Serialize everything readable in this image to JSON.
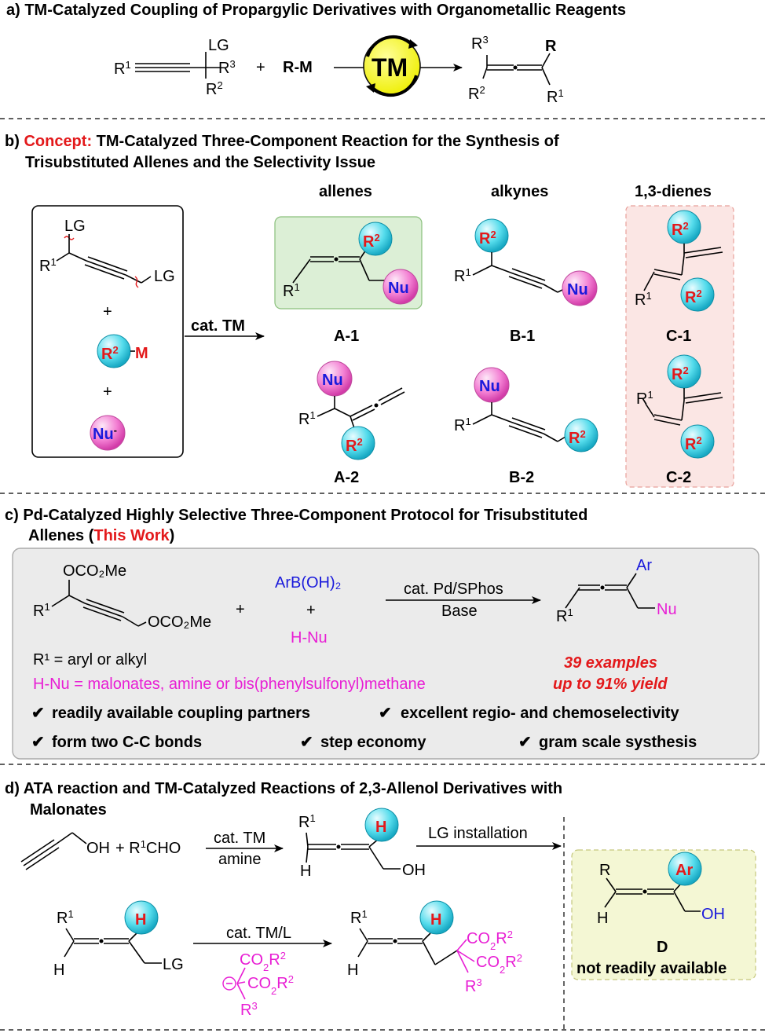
{
  "sections": {
    "a": {
      "title": "a) TM-Catalyzed Coupling of Propargylic Derivatives with Organometallic Reagents",
      "reagent": "R-M",
      "plus": "+",
      "catalyst": "TM",
      "lg": "LG"
    },
    "b": {
      "prefix": "b) ",
      "concept": "Concept:",
      "title_line1": " TM-Catalyzed Three-Component Reaction for the Synthesis of",
      "title_line2": "Trisubstituted Allenes and the Selectivity Issue",
      "col_allenes": "allenes",
      "col_alkynes": "alkynes",
      "col_dienes": "1,3-dienes",
      "arrow_label": "cat. TM",
      "reagent_m": "M",
      "nu": "Nu",
      "labels": [
        "A-1",
        "B-1",
        "C-1",
        "A-2",
        "B-2",
        "C-2"
      ]
    },
    "c": {
      "title_line1": "c) Pd-Catalyzed Highly Selective Three-Component Protocol for Trisubstituted",
      "title_line2_a": "Allenes (",
      "title_line2_red": "This Work",
      "title_line2_b": ")",
      "ocoome_top": "OCO₂Me",
      "ocoome_right": "OCO₂Me",
      "boronic": "ArB(OH)₂",
      "hnu": "H-Nu",
      "conditions_top": "cat. Pd/SPhos",
      "conditions_bottom": "Base",
      "product_ar": "Ar",
      "product_nu": "Nu",
      "r1_def": "R¹ = aryl or alkyl",
      "hnu_def": "H-Nu = malonates, amine or bis(phenylsulfonyl)methane",
      "examples": "39 examples",
      "yield": "up to 91% yield",
      "features": [
        "readily available coupling partners",
        "excellent regio- and chemoselectivity",
        "form two C-C bonds",
        "step economy",
        "gram scale systhesis"
      ]
    },
    "d": {
      "title_line1": "d) ATA reaction and TM-Catalyzed Reactions of 2,3-Allenol Derivatives with",
      "title_line2": "Malonates",
      "oh": "OH",
      "aldehyde": "+ R¹CHO",
      "cond1_top": "cat. TM",
      "cond1_bottom": "amine",
      "lg_install": "LG installation",
      "cond2": "cat. TM/L",
      "h": "H",
      "lg": "LG",
      "co2r2": "CO₂R²",
      "product_d_label": "D",
      "product_d_note": "not readily available",
      "r": "R",
      "ar": "Ar"
    }
  },
  "colors": {
    "red": "#e3191b",
    "blue": "#1a1adb",
    "magenta": "#e81ed4",
    "cyan_ball": "#3fd6e8",
    "pink_ball": "#f27ad0",
    "yellow_tm": "#f4f410",
    "green_box": "#dcefd6",
    "pink_box": "#fbe6e4",
    "grey_box": "#ebebeb",
    "yellow_box": "#f4f7d4"
  }
}
